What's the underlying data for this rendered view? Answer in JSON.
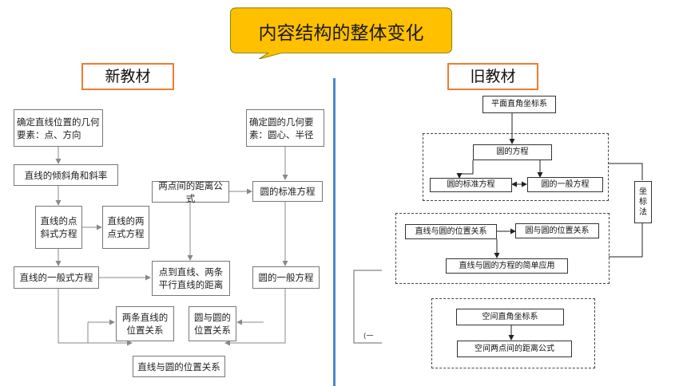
{
  "title": "内容结构的整体变化",
  "new_label": "新教材",
  "old_label": "旧教材",
  "new_diagram": {
    "point_direction": "确定直线位置的几何要素：点、方向",
    "slope": "直线的倾斜角和斜率",
    "point_slope": "直线的点斜式方程",
    "two_point": "直线的两点式方程",
    "general_line": "直线的一般式方程",
    "dist_two_points": "两点间的距离公式",
    "point_line_dist": "点到直线、两条平行直线的距离",
    "circle_elements": "确定圆的几何要素：圆心、半径",
    "circle_standard": "圆的标准方程",
    "circle_general": "圆的一般方程",
    "two_lines_pos": "两条直线的位置关系",
    "circle_circle_pos": "圆与圆的位置关系",
    "line_circle_pos": "直线与圆的位置关系"
  },
  "old_diagram": {
    "coord_plane": "平面直角坐标系",
    "circle_eq": "圆的方程",
    "circle_standard": "圆的标准方程",
    "circle_general": "圆的一般方程",
    "coord_method": "坐标法",
    "line_circle_pos": "直线与圆的位置关系",
    "circle_circle_pos": "圆与圆的位置关系",
    "line_circle_app": "直线与圆的方程的简单应用",
    "space_coord": "空间直角坐标系",
    "space_dist": "空间两点间的距离公式",
    "partial_text": "(一"
  },
  "colors": {
    "banner": "#ffc000",
    "tag_border": "#ed7d31",
    "divider": "#4a86c5"
  }
}
